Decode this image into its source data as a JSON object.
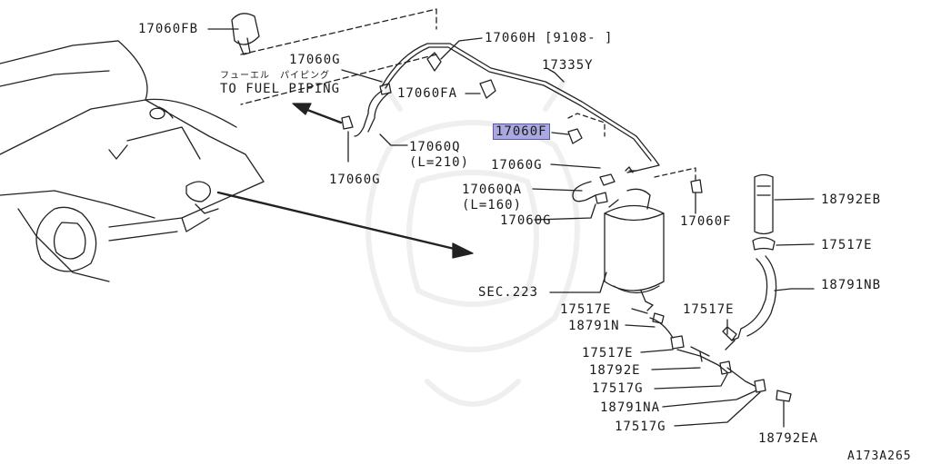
{
  "diagram": {
    "figure_code": "A173A265",
    "note_jp": "フューエル　パイピング",
    "note_en": "TO FUEL PIPING",
    "parts": {
      "p17060FB": "17060FB",
      "p17060G_top": "17060G",
      "p17060H": "17060H [9108-      ]",
      "p17335Y": "17335Y",
      "p17060FA": "17060FA",
      "p17060F_hl": "17060F",
      "p17060Q": "17060Q",
      "p17060Q_len": "(L=210)",
      "p17060G_left": "17060G",
      "p17060G_mid": "17060G",
      "p17060QA": "17060QA",
      "p17060QA_len": "(L=160)",
      "p17060G_low": "17060G",
      "p17060F_right": "17060F",
      "p18792EB": "18792EB",
      "p17517E_r1": "17517E",
      "p18791NB": "18791NB",
      "pSEC223": "SEC.223",
      "p17517E_a": "17517E",
      "p18791N": "18791N",
      "p17517E_b": "17517E",
      "p17517E_c": "17517E",
      "p18792E": "18792E",
      "p17517G_a": "17517G",
      "p18791NA": "18791NA",
      "p17517G_b": "17517G",
      "p18792EA": "18792EA"
    }
  }
}
